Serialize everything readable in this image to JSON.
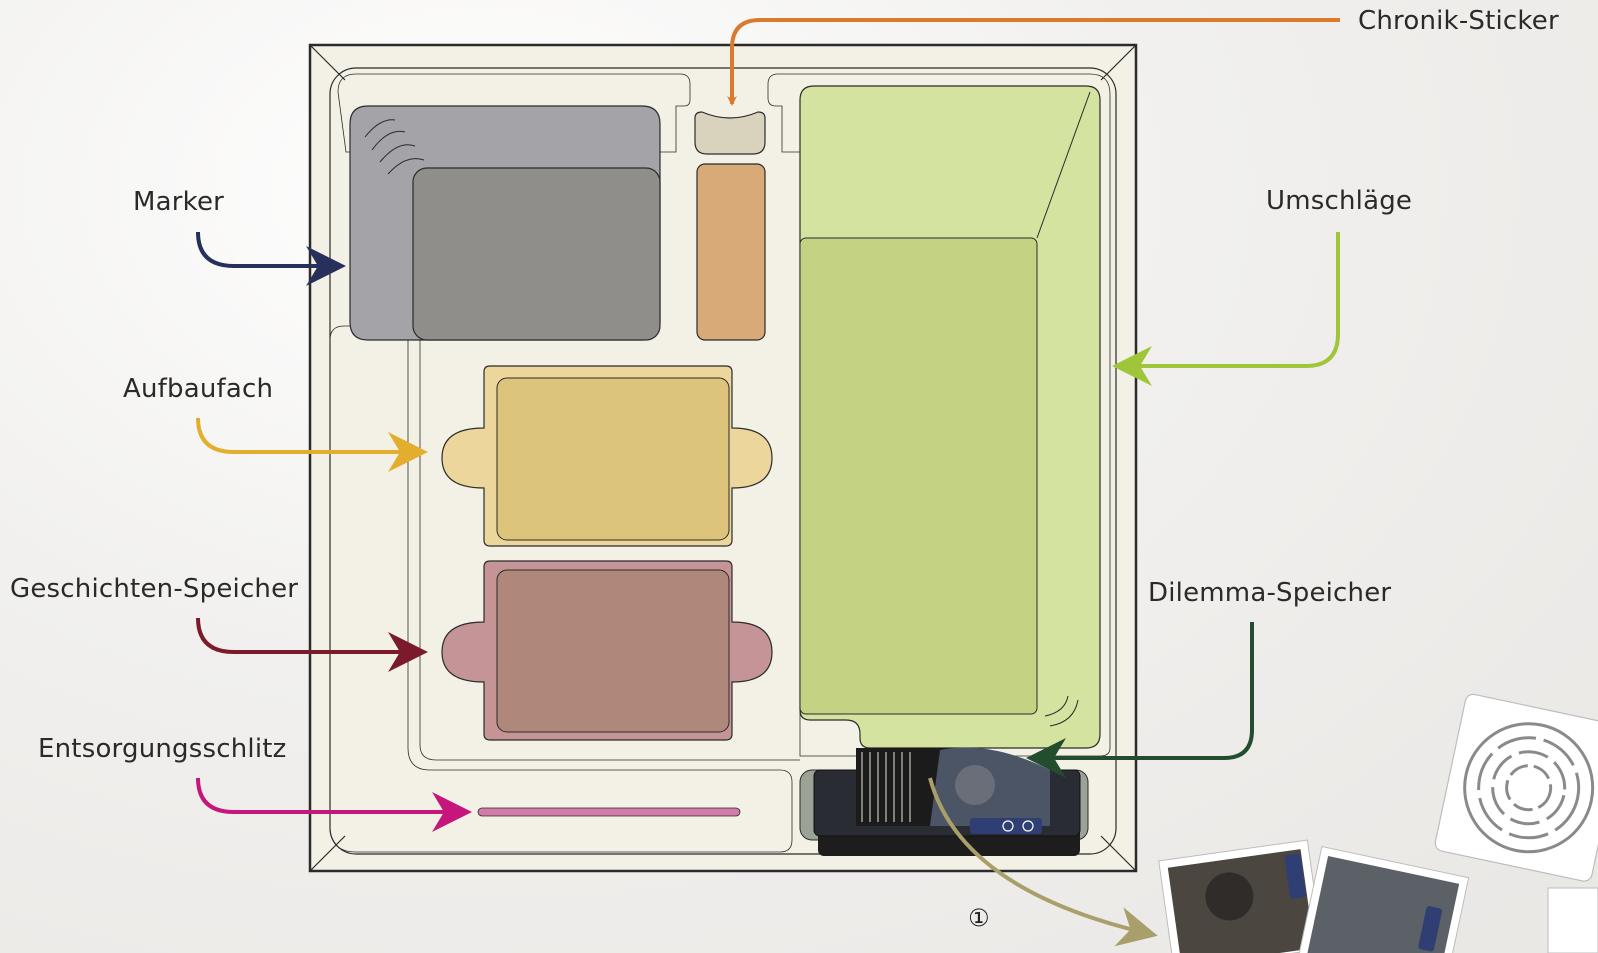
{
  "labels": {
    "chronik_sticker": "Chronik-Sticker",
    "marker": "Marker",
    "umschlaege": "Umschläge",
    "aufbaufach": "Aufbaufach",
    "geschichten_speicher": "Geschichten-Speicher",
    "dilemma_speicher": "Dilemma-Speicher",
    "entsorgungsschlitz": "Entsorgungsschlitz"
  },
  "step_marker": "①",
  "colors": {
    "box_bg": "#f3f1e6",
    "box_border": "#2b2b2b",
    "marker_tray": "#a3a3a8",
    "marker_inner": "#8f8e8a",
    "chronik_slot": "#d9d3bd",
    "orange_slot": "#d7aa77",
    "umschlaege_tray": "#d4e3a0",
    "umschlaege_inner": "#c4d383",
    "aufbaufach_tray": "#edd69c",
    "aufbaufach_inner": "#dcc47a",
    "geschichten_tray": "#c49497",
    "geschichten_inner": "#b0877b",
    "entsorgung_slot": "#d27aa8",
    "arrow_chronik": "#d87b2e",
    "arrow_marker": "#26305a",
    "arrow_umschlaege": "#9fc63b",
    "arrow_aufbaufach": "#e3ae2d",
    "arrow_geschichten": "#7a1a2a",
    "arrow_dilemma": "#234d2e",
    "arrow_entsorgung": "#c6157b",
    "arrow_step": "#a89f6a"
  }
}
